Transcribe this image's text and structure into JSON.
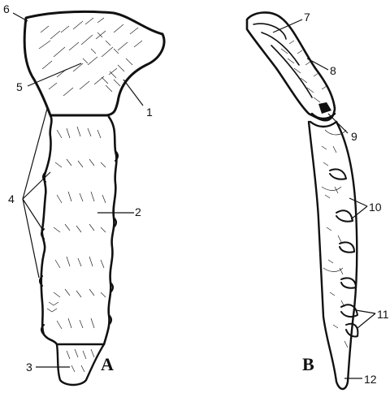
{
  "figure": {
    "views": [
      {
        "id": "A",
        "label": "A"
      },
      {
        "id": "B",
        "label": "B"
      }
    ],
    "labels": [
      {
        "id": "label-1",
        "text": "1"
      },
      {
        "id": "label-2",
        "text": "2"
      },
      {
        "id": "label-3",
        "text": "3"
      },
      {
        "id": "label-4",
        "text": "4"
      },
      {
        "id": "label-5",
        "text": "5"
      },
      {
        "id": "label-6",
        "text": "6"
      },
      {
        "id": "label-7",
        "text": "7"
      },
      {
        "id": "label-8",
        "text": "8"
      },
      {
        "id": "label-9",
        "text": "9"
      },
      {
        "id": "label-10",
        "text": "10"
      },
      {
        "id": "label-11",
        "text": "11"
      },
      {
        "id": "label-12",
        "text": "12"
      }
    ]
  }
}
